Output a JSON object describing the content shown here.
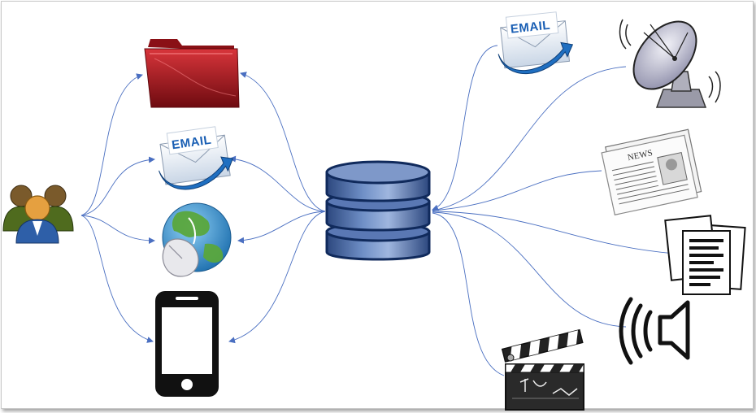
{
  "email_left": {
    "label": "EMAIL"
  },
  "email_right": {
    "label": "EMAIL"
  },
  "newspaper": {
    "masthead": "NEWS"
  },
  "colors": {
    "connector": "#4a6fc1",
    "database": "#3d5a9a",
    "database_dark": "#102a5c",
    "folder_red": "#a0141b",
    "email_arrow": "#1f6fc1",
    "globe_ocean": "#2e8bd1",
    "globe_land": "#5aa63c",
    "phone": "#111111",
    "users": "#d08a2a"
  },
  "icons": [
    "users-icon",
    "folder-icon",
    "email-icon",
    "globe-mouse-icon",
    "smartphone-icon",
    "database-icon",
    "satellite-dish-icon",
    "newspaper-icon",
    "documents-icon",
    "speaker-icon",
    "clapperboard-icon"
  ]
}
